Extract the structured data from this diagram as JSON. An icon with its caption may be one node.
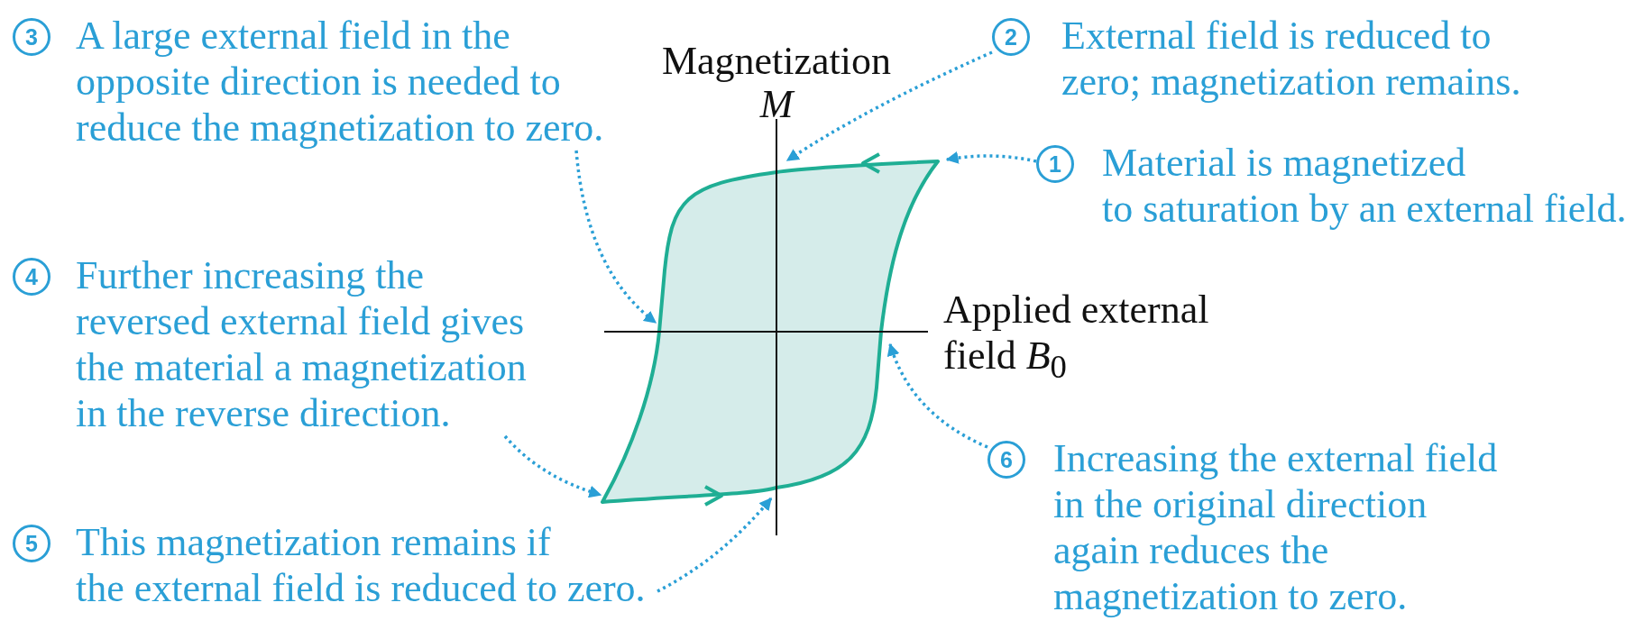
{
  "diagram": {
    "nodes": [
      {
        "text": [
          "3",
          "A large external field in the opposite direction is needed to reduce the magnetization to zero."
        ]
      },
      {
        "text": [
          "2",
          "External field is reduced to zero; magnetization remains."
        ]
      },
      {
        "text": [
          "1",
          "Material is magnetized to saturation by an external field."
        ]
      },
      {
        "text": [
          "4",
          "Further increasing the reversed external field gives the material a magnetization in the reverse direction."
        ]
      },
      {
        "text": [
          "6",
          "Increasing the external field in the original direction again reduces the magnetization to zero."
        ]
      },
      {
        "text": [
          "5",
          "This magnetization remains if the external field is reduced to zero."
        ]
      },
      {
        "text": [],
        "shape": "picture"
      }
    ],
    "edges": [
      {
        "from": 0,
        "to": 6,
        "arrow": "to"
      },
      {
        "from": 1,
        "to": 6,
        "arrow": "to"
      },
      {
        "from": 2,
        "to": 6,
        "arrow": "to"
      },
      {
        "from": 3,
        "to": 6,
        "arrow": "to"
      },
      {
        "from": 4,
        "to": 6,
        "arrow": "to"
      },
      {
        "from": 5,
        "to": 6,
        "arrow": "to"
      }
    ],
    "labels": [
      "Magnetization",
      "M",
      "Applied external field *B*$_{0}$"
    ]
  }
}
